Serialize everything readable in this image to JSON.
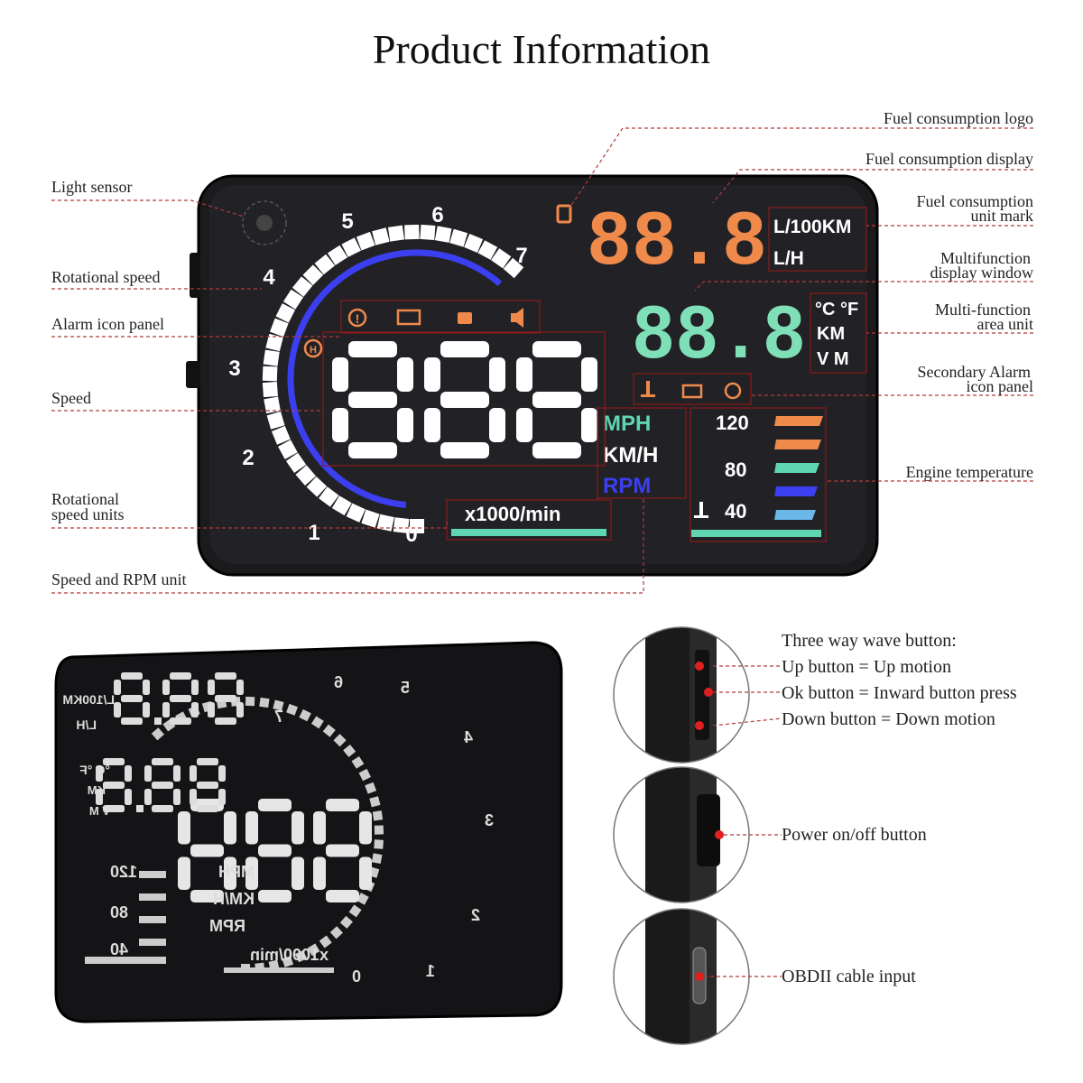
{
  "title": "Product Information",
  "callouts_left": {
    "light_sensor": "Light sensor",
    "rotational_speed": "Rotational speed",
    "alarm_icon_panel": "Alarm icon panel",
    "speed": "Speed",
    "rotational_speed_units_1": "Rotational",
    "rotational_speed_units_2": "speed units",
    "speed_rpm_unit": "Speed and RPM unit"
  },
  "callouts_right": {
    "fuel_logo": "Fuel consumption logo",
    "fuel_display": "Fuel consumption display",
    "fuel_unit_1": "Fuel consumption",
    "fuel_unit_2": "unit mark",
    "multi_window_1": "Multifunction",
    "multi_window_2": "display window",
    "multi_unit_1": "Multi-function",
    "multi_unit_2": "area unit",
    "secondary_alarm_1": "Secondary Alarm",
    "secondary_alarm_2": "icon panel",
    "engine_temp": "Engine temperature"
  },
  "hud": {
    "gauge_numbers": [
      "0",
      "1",
      "2",
      "3",
      "4",
      "5",
      "6",
      "7"
    ],
    "speed_digits": "888",
    "fuel_digits": "88.8",
    "multi_digits": "88.8",
    "fuel_units": [
      "L/100KM",
      "L/H"
    ],
    "multi_units": [
      "°C °F",
      "KM",
      "V M"
    ],
    "speed_units": [
      "MPH",
      "KM/H",
      "RPM"
    ],
    "rpm_unit": "x1000/min",
    "temp_scale": [
      "120",
      "80",
      "40"
    ],
    "alarm_icons": [
      "warning-icon",
      "engine-check-icon",
      "coffee-cup-icon",
      "speaker-icon",
      "handbrake-icon"
    ],
    "secondary_icons": [
      "coolant-temp-icon",
      "battery-icon",
      "gauge-icon"
    ],
    "colors": {
      "fuel": "#f08a4b",
      "multi": "#7fe0b8",
      "blue": "#3b3ff0",
      "white": "#ffffff",
      "teal": "#5fd6b0",
      "light_blue": "#6ab8e8"
    }
  },
  "buttons": {
    "wave_title": "Three way wave button:",
    "up": "Up button = Up motion",
    "ok": "Ok button = Inward button press",
    "down": "Down button = Down motion",
    "power": "Power on/off button",
    "obd": "OBDII cable input"
  }
}
